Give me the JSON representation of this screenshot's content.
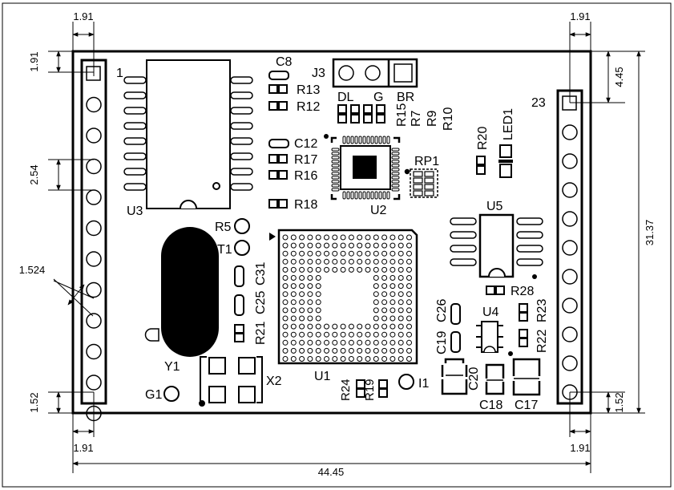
{
  "board": {
    "dimensions": {
      "top_left_offset": "1.91",
      "top_right_offset": "1.91",
      "bottom_left_offset": "1.91",
      "bottom_right_offset": "1.91",
      "left_pin1_vertical": "1.91",
      "pitch": "2.54",
      "diagonal": "1.524",
      "bottom_left_vertical": "1.52",
      "right_top_vertical": "4.45",
      "right_height": "31.37",
      "right_bottom_vertical": "1.52",
      "total_width": "44.45"
    },
    "header_labels": {
      "left_pin1": "1",
      "right_pin23": "23"
    },
    "components": {
      "U1": "U1",
      "U2": "U2",
      "U3": "U3",
      "U4": "U4",
      "U5": "U5",
      "Y1": "Y1",
      "X2": "X2",
      "J3": "J3",
      "RP1": "RP1",
      "LED1": "LED1",
      "G1": "G1",
      "I1": "I1",
      "R5": "R5",
      "T1": "T1",
      "C8": "C8",
      "C12": "C12",
      "C17": "C17",
      "C18": "C18",
      "C19": "C19",
      "C20": "C20",
      "C25": "C25",
      "C26": "C26",
      "C31": "C31",
      "R7": "R7",
      "R9": "R9",
      "R10": "R10",
      "R12": "R12",
      "R13": "R13",
      "R15": "R15",
      "R16": "R16",
      "R17": "R17",
      "R18": "R18",
      "R19": "R19",
      "R20": "R20",
      "R21": "R21",
      "R22": "R22",
      "R23": "R23",
      "R24": "R24",
      "R28": "R28",
      "DL": "DL",
      "G": "G",
      "BR": "BR"
    }
  }
}
